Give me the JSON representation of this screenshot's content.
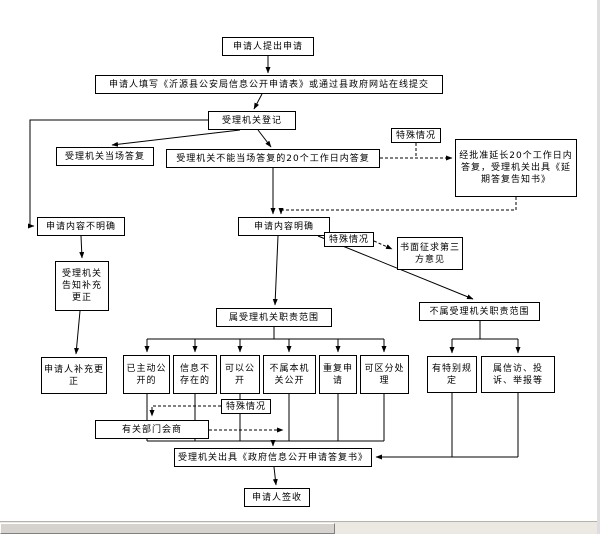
{
  "nodes": {
    "applicant_submit": {
      "text": "申请人提出申请"
    },
    "fill_form": {
      "text": "申请人填写《沂源县公安局信息公开申请表》或通过县政府网站在线提交"
    },
    "register": {
      "text": "受理机关登记"
    },
    "onspot_reply": {
      "text": "受理机关当场答复"
    },
    "not_onspot": {
      "text": "受理机关不能当场答复的20个工作日内答复"
    },
    "special1": {
      "text": "特殊情况"
    },
    "extension": {
      "text": "经批准延长20个工作日内答复，受理机关出具《延期答复告知书》"
    },
    "unclear": {
      "text": "申请内容不明确"
    },
    "clear": {
      "text": "申请内容明确"
    },
    "special2": {
      "text": "特殊情况"
    },
    "third_party": {
      "text": "书面征求第三方意见"
    },
    "notify_correct": {
      "text": "受理机关告知补充更正"
    },
    "within_scope": {
      "text": "属受理机关职责范围"
    },
    "outside_scope": {
      "text": "不属受理机关职责范围"
    },
    "supplement": {
      "text": "申请人补充更正"
    },
    "proactive": {
      "text": "已主动公开的"
    },
    "nonexist": {
      "text": "信息不存在的"
    },
    "can_open": {
      "text": "可以公开"
    },
    "not_this_org": {
      "text": "不属本机关公开"
    },
    "repeat_apply": {
      "text": "重复申请"
    },
    "separable": {
      "text": "可区分处理"
    },
    "special_rule": {
      "text": "有特别规定"
    },
    "petition": {
      "text": "属信访、投诉、举报等"
    },
    "special3": {
      "text": "特殊情况"
    },
    "consult": {
      "text": "有关部门会商"
    },
    "reply_doc": {
      "text": "受理机关出具《政府信息公开申请答复书》"
    },
    "sign": {
      "text": "申请人签收"
    }
  },
  "colors": {
    "line": "#000000",
    "box_border": "#000000",
    "box_background": "#ffffff",
    "scrollbar_track": "#ece9e2",
    "scrollbar_thumb": "#d6d3ce"
  }
}
